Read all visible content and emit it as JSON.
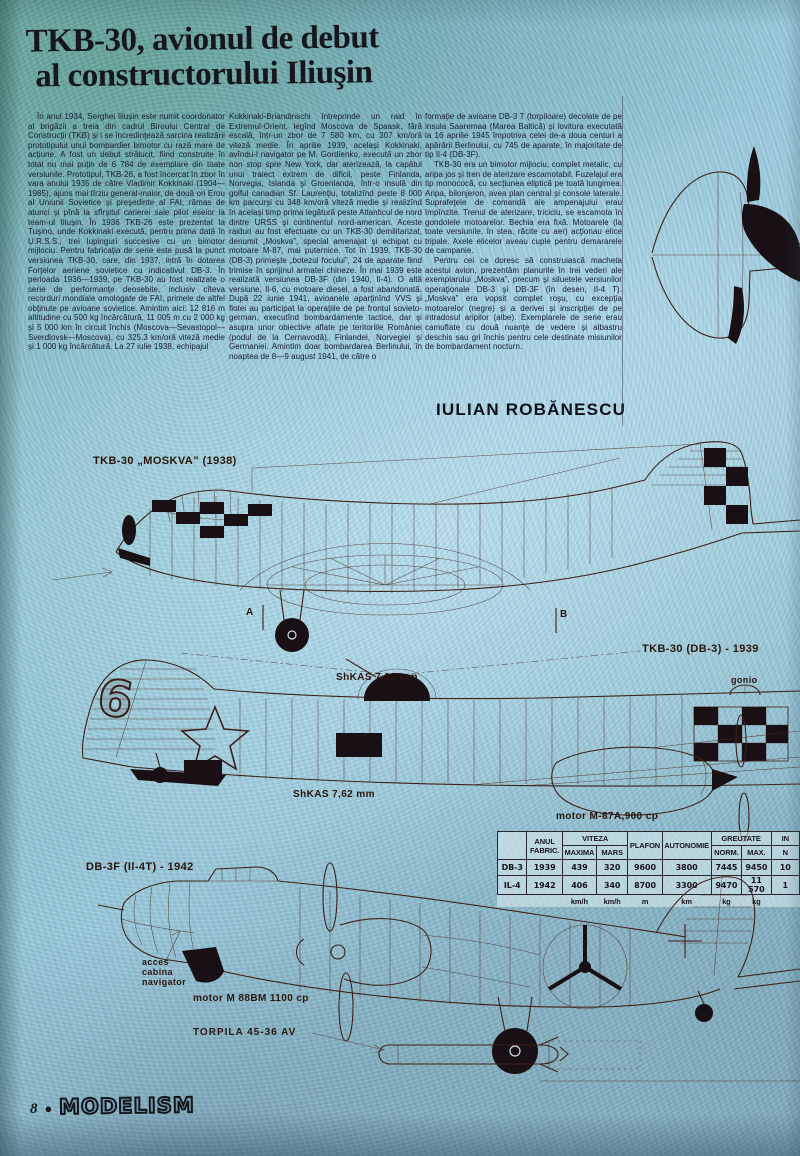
{
  "page": {
    "title_line1": "TKB-30, avionul de debut",
    "title_line2": "al constructorului Iliuşin",
    "author": "IULIAN ROBĂNESCU",
    "footer_page_number": "8",
    "footer_bullet": "●",
    "footer_magazine": "MODELISM"
  },
  "article": {
    "column1": "În anul 1934, Serghei Iliuşin este numit coordonator al brigăzii a treia din cadrul Biroului Central de Construcţii (TKB) şi i se încredinţează sarcina realizării prototipului unui bombardier bimotor cu rază mare de acţiune. A fost un debut strălucit, fiind construite în total nu mai puţin de 6 784 de exemplare din toate versiunile. Prototipul, TKB-26, a fost încercat în zbor în vara anului 1935 de către Vladimir Kokkinaki (1904—1985), ajuns mai tîrziu general-maior, de două ori Erou al Uniunii Sovietice şi preşedinte al FAI, rămas de atunci şi pînă la sfîrşitul carierei sale pilot eseior la team-ul Iliuşin. În 1936 TKB-26 este prezentat la Tuşino, unde Kokkinaki execută, pentru prima dată în U.R.S.S., trei lupinguri succesive cu un bimotor mijlociu. Pentru fabricaţia de serie este pusă la punct versiunea TKB-30, care, din 1937, intră în dotarea Forţelor aeriene sovietice cu indicativul DB-3. În perioada 1936—1939, pe TKB-30 au fost realizate o serie de performanţe deosebite, inclusiv cîteva recorduri mondiale omologate de FAI, primele de altfel obţinute pe avioane sovietice. Amintim aici: 12 816 m altitudine cu 500 kg încărcătură, 11 005 m cu 2 000 kg şi 5 000 km în circuit închis (Moscova—Sevastopol—Sverdlovsk—Moscova), cu 325,3 km/oră viteză medie şi 1 000 kg încărcătură. La 27 iulie 1938, echipajul",
    "column2": "Kokkinaki-Briandinschi întreprinde un raid în Extremul-Orient, legînd Moscova de Spaask, fără escală, într-un zbor de 7 580 km, cu 307 km/oră viteză medie. În aprilie 1939, acelaşi Kokkinaki, avîndu-l navigator pe M. Gordienko, execută un zbor non stop spre New York, dar aterizează, la capătul unui traiect extrem de dificil, peste Finlanda, Norvegia, Islanda şi Groenlanda, într-o insulă din golful canadian Sf. Laurenţiu, totalizînd peste 8 000 km parcurşi cu 348 km/oră viteză medie şi realizînd în acelaşi timp prima legătură peste Atlanticul de nord dintre URSS şi continentul nord-american. Aceste raiduri au fost efectuate cu un TKB-30 demilitarizat, denumit „Moskva”, special amenajat şi echipat cu motoare M-87, mai puternice. Tot în 1939, TKB-30 (DB-3) primeşte „botezul focului”, 24 de aparate fiind trimise în sprijinul armatei chineze. În mai 1939 este realizată versiunea DB-3F (din 1940, Il-4). O altă versiune, Il-6, cu motoare diesel, a fost abandonată. După 22 iunie 1941, avioanele aparţinînd VVS şi flotei au participat la operaţiile de pe frontul sovieto-german, executînd bombardamente tactice, dar şi asupra unor obiective aflate pe teritoriile României (podul de la Cernavodă), Finlandei, Norvegiei şi Germaniei. Amintim doar bombardarea Berlinului, în noaptea de 8—9 august 1941, de către o",
    "column3_para1": "formaţie de avioane DB-3 T (torpiloare) decolate de pe insula Saaremaa (Marea Baltică) şi lovitura executată la 16 aprilie 1945 împotriva celei de-a doua centuri a apărării Berlinului, cu 745 de aparate, în majoritate de tip Il-4 (DB-3F).",
    "column3_para2": "TKB-30 era un bimotor mijlociu, complet metalic, cu aripa jos şi tren de aterizare escamotabil. Fuzelajul era tip monococă, cu secţiunea eliptică pe toată lungimea. Aripa, bilonjeron, avea plan central şi console laterale. Suprafeţele de comandă ale ampenajului erau împînzite. Trenul de aterizare, triciclu, se escamota în gondolele motoarelor. Bechia era fixă. Motoarele (la toate versiunile, în stea, răcite cu aer) acţionau elice tripale. Axele elicelor aveau cuple pentru demararele de campanie.",
    "column3_para3": "Pentru cei ce doresc să construiască macheta acestui avion, prezentăm planurile în trei vederi ale exemplarului „Moskva”, precum şi siluetele versiunilor operaţionale DB-3 şi DB-3F (în desen, Il-4 T). „Moskva” era vopsit complet roşu, cu excepţia motoarelor (negre) şi a derivei şi inscripţiei de pe intradosul aripilor (albe). Exemplarele de serie erau camuflate cu două nuanţe de vedere şi albastru deschis sau gri închis pentru cele destinate misiunilor de bombardament nocturn."
  },
  "drawings": {
    "moskva_label": "TKB-30 „MOSKVA” (1938)",
    "marker_a": "A",
    "marker_b": "B",
    "db3_label": "TKB-30 (DB-3) - 1939",
    "db3_tail_number": "6",
    "gonio_label": "gonio",
    "shkas_top_label": "ShKAS 7,62 mm",
    "shkas_bottom_label": "ShKAS 7,62 mm",
    "motor_m87_label": "motor M-87A,900 cp",
    "db3f_label": "DB-3F (Il-4T) - 1942",
    "acces_label": "acces\ncabina\nnavigator",
    "motor_m88_label": "motor M 88BM 1100 cp",
    "torpila_label": "TORPILA 45-36 AV"
  },
  "table": {
    "header_anul": "ANUL\nFABRIC.",
    "header_viteza": "VITEZA",
    "header_maxima": "MAXIMA",
    "header_mars": "MARS",
    "header_plafon": "PLAFON",
    "header_autonomie": "AUTONOMIE",
    "header_greutate": "GREUTATE",
    "header_norm": "NORM.",
    "header_max": "MAX.",
    "header_cut_top": "IN",
    "header_cut_bottom": "N",
    "rows": [
      {
        "name": "DB-3",
        "year": "1939",
        "v_max": "439",
        "v_mars": "320",
        "plafon": "9600",
        "autonomie": "3800",
        "g_norm": "7445",
        "g_max": "9450",
        "cut": "10"
      },
      {
        "name": "IL-4",
        "year": "1942",
        "v_max": "406",
        "v_mars": "340",
        "plafon": "8700",
        "autonomie": "3300",
        "g_norm": "9470",
        "g_max": "11 570",
        "cut": "1"
      }
    ],
    "units": {
      "v_max": "km/h",
      "v_mars": "km/h",
      "plafon": "m",
      "autonomie": "km",
      "g_norm": "kg",
      "g_max": "kg"
    }
  }
}
